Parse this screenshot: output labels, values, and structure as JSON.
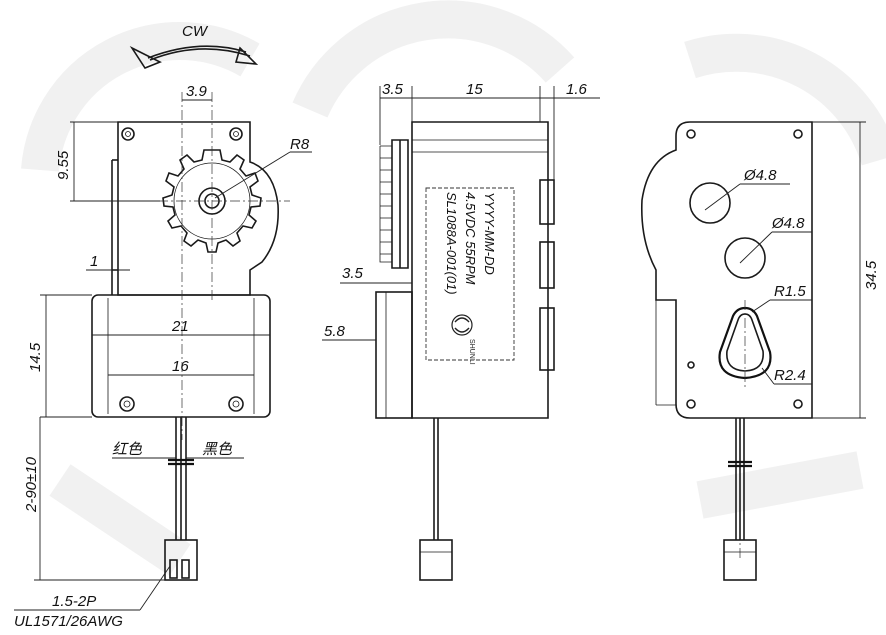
{
  "rotation_label": "CW",
  "front_view": {
    "dim_shaft_offset": "3.9",
    "dim_gear_height": "9.55",
    "dim_gear_radius": "R8",
    "dim_plate_thickness": "1",
    "dim_body_height": "14.5",
    "dim_body_width": "21",
    "dim_hole_spacing": "16",
    "dim_wire_length": "2-90±10",
    "wire_red": "红色",
    "wire_black": "黑色",
    "connector": "1.5-2P",
    "wire_spec": "UL1571/26AWG"
  },
  "side_view": {
    "dim_gear_thickness": "3.5",
    "dim_body_depth": "15",
    "dim_boss": "1.6",
    "dim_plate_offset": "3.5",
    "dim_base_offset": "5.8",
    "label_line1": "SL1088A-001(01)",
    "label_line2": "4.5VDC 55RPM",
    "label_line3": "YYYY-MM-DD",
    "logo_text": "SHUNLI"
  },
  "back_view": {
    "dim_hole_a": "Ø4.8",
    "dim_hole_b": "Ø4.8",
    "dim_slot_top_radius": "R1.5",
    "dim_slot_bottom_radius": "R2.4",
    "dim_total_height": "34.5"
  }
}
